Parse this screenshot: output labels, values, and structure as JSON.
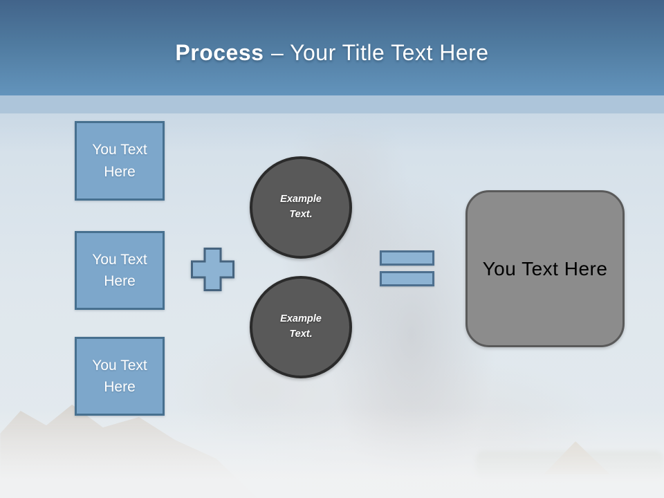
{
  "slide": {
    "title": {
      "bold": "Process",
      "rest": "– Your Title Text Here"
    },
    "left_boxes": [
      {
        "label": "You Text Here"
      },
      {
        "label": "You Text Here"
      },
      {
        "label": "You Text Here"
      }
    ],
    "operators": {
      "plus": "plus-icon",
      "equals": "equals-icon"
    },
    "circles": [
      {
        "label": "Example Text."
      },
      {
        "label": "Example Text."
      }
    ],
    "result_box": {
      "label": "You Text Here"
    },
    "colors": {
      "header_top": "#42648a",
      "header_bottom": "#6394bc",
      "divider_band": "#adc5da",
      "shape_blue_fill": "#7da7cb",
      "shape_blue_border": "#47708f",
      "operator_fill": "#8db3d3",
      "operator_border": "#4d6f8e",
      "circle_fill": "#595959",
      "circle_border": "#2b2b2b",
      "result_fill": "#8c8c8c",
      "result_border": "#5a5a5a",
      "title_text": "#ffffff",
      "box_text": "#ffffff",
      "circle_text": "#ffffff",
      "result_text": "#000000"
    }
  }
}
